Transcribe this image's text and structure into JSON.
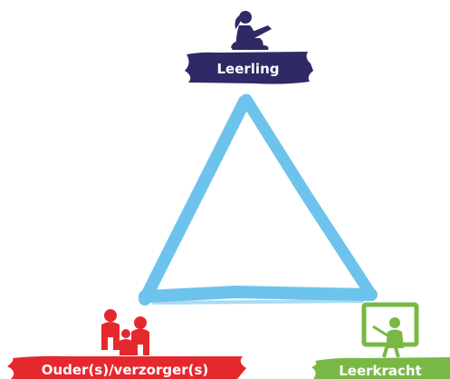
{
  "roles": {
    "top": {
      "label": "Leerling",
      "color": "#2f2966",
      "icon": "child-reading-icon"
    },
    "left": {
      "label": "Ouder(s)/verzorger(s)",
      "color": "#e5282e",
      "icon": "family-icon"
    },
    "right": {
      "label": "Leerkracht",
      "color": "#7ab845",
      "icon": "teacher-at-board-icon"
    }
  },
  "triangle": {
    "color": "#6ec3ec"
  }
}
